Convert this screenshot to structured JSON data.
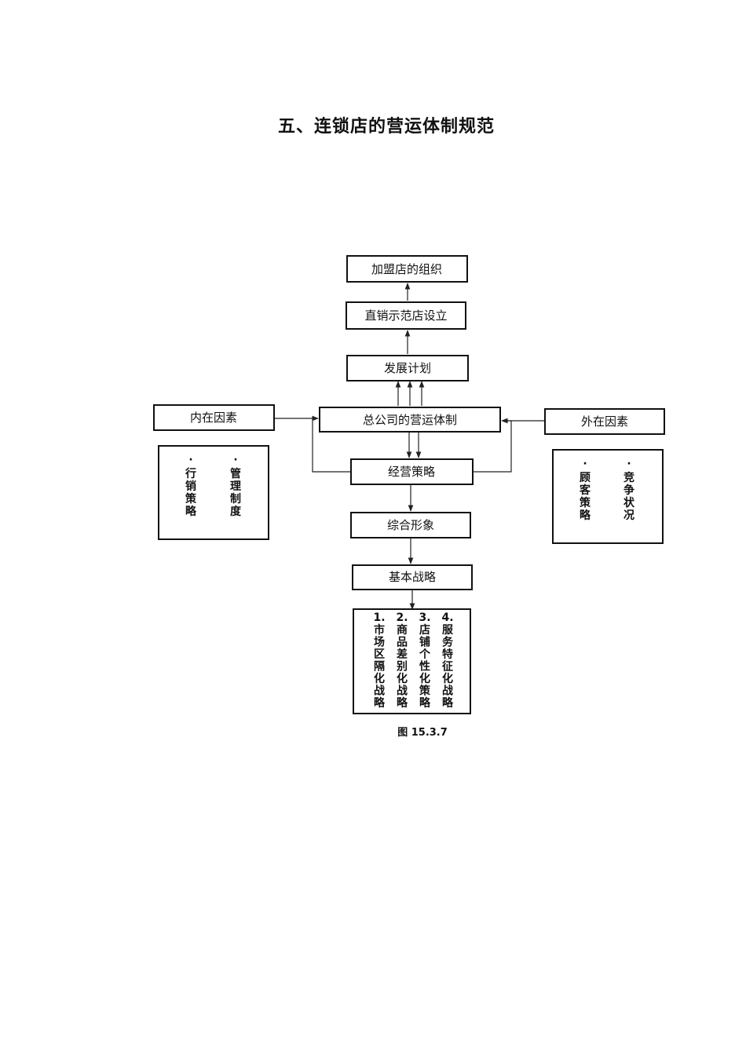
{
  "title": "五、连锁店的营运体制规范",
  "boxes": {
    "franchise": "加盟店的组织",
    "demo_store": "直销示范店设立",
    "plan": "发展计划",
    "hq": "总公司的营运体制",
    "strategy": "经营策略",
    "image": "综合形象",
    "basic": "基本战略",
    "internal": "内在因素",
    "external": "外在因素"
  },
  "internal_items": [
    {
      "dot": "·",
      "text": "管理制度"
    },
    {
      "dot": "·",
      "text": "行销策略"
    }
  ],
  "external_items": [
    {
      "dot": "·",
      "text": "竞争状况"
    },
    {
      "dot": "·",
      "text": "顾客策略"
    }
  ],
  "strategies": [
    {
      "num": "1.",
      "text": "市场区隔化战略"
    },
    {
      "num": "2.",
      "text": "商品差别化战略"
    },
    {
      "num": "3.",
      "text": "店铺个性化策略"
    },
    {
      "num": "4.",
      "text": "服务特征化战略"
    }
  ],
  "caption": "图 15.3.7"
}
